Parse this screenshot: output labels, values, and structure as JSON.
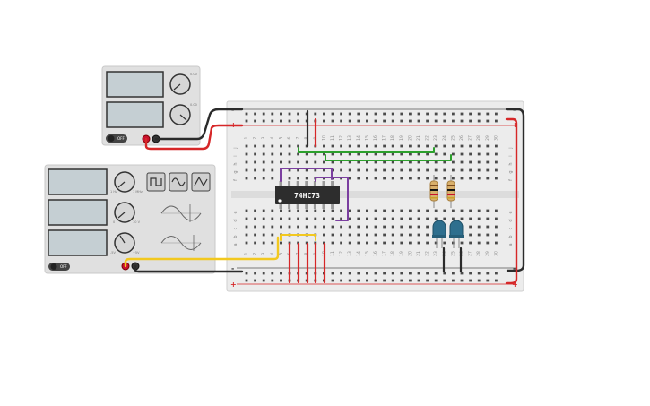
{
  "power_supply": {
    "off_label": "OFF",
    "knob_labels": [
      "0.00",
      "0.00",
      "A",
      "V"
    ]
  },
  "function_generator": {
    "off_label": "OFF",
    "knob_labels": [
      "1 Hz",
      "1 MHz",
      "0",
      "10 V",
      "-5V",
      "+5V"
    ],
    "waveform_icons": [
      "square-wave-icon",
      "sine-wave-icon",
      "triangle-wave-icon"
    ]
  },
  "breadboard": {
    "row_letters_top": [
      "j",
      "i",
      "h",
      "g",
      "f"
    ],
    "row_letters_bottom": [
      "e",
      "d",
      "c",
      "b",
      "a"
    ],
    "column_numbers": [
      "1",
      "2",
      "3",
      "4",
      "5",
      "6",
      "7",
      "8",
      "9",
      "10",
      "11",
      "12",
      "13",
      "14",
      "15",
      "16",
      "17",
      "18",
      "19",
      "20",
      "21",
      "22",
      "23",
      "24",
      "25",
      "26",
      "27",
      "28",
      "29",
      "30"
    ],
    "rail_plus": "+",
    "rail_minus": "-"
  },
  "chip": {
    "label": "74HC73"
  },
  "colors": {
    "wire_red": "#d62728",
    "wire_black": "#2b2b2b",
    "wire_green": "#2ca02c",
    "wire_purple": "#7b3fa0",
    "wire_yellow": "#f2c81f",
    "led": "#2e6f8e",
    "panel": "#e0e0e0",
    "board": "#ececec"
  }
}
